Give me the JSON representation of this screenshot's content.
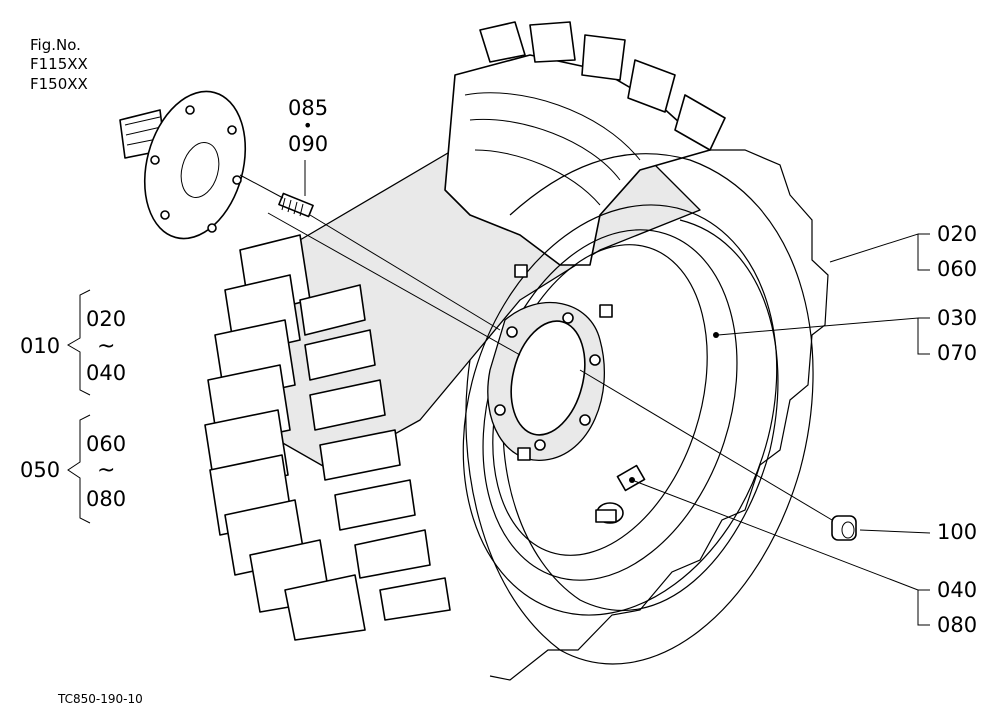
{
  "figure_ref": {
    "heading": "Fig.No.",
    "line1": "F115XX",
    "line2": "F150XX"
  },
  "drawing_code": "TC850-190-10",
  "callouts": {
    "c085": "085",
    "c085_dot": "•",
    "c090": "090",
    "c020": "020",
    "c060": "060",
    "c030": "030",
    "c070": "070",
    "c100": "100",
    "c040": "040",
    "c080": "080"
  },
  "group_010": {
    "id": "010",
    "from": "020",
    "tilde": "~",
    "to": "040"
  },
  "group_050": {
    "id": "050",
    "from": "060",
    "tilde": "~",
    "to": "080"
  },
  "parts": [
    "hub-flange",
    "wheel-stud",
    "tire",
    "wheel-rim",
    "air-valve",
    "wheel-nut"
  ]
}
